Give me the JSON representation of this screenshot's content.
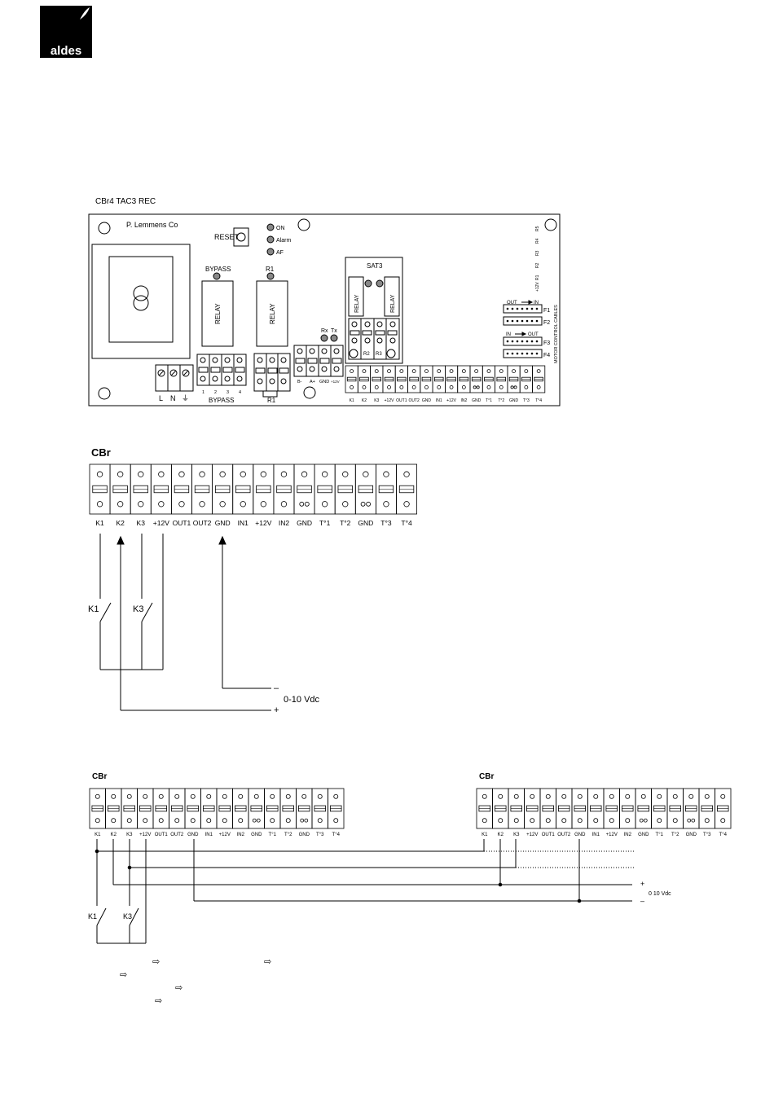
{
  "logo": {
    "text": "aldes",
    "bg": "#000000",
    "fg": "#ffffff"
  },
  "board": {
    "title": "CBr4 TAC3 REC",
    "maker": "P. Lemmens Co",
    "reset": "RESET",
    "leds": [
      "ON",
      "Alarm",
      "AF"
    ],
    "bypass_label": "BYPASS",
    "r1_label": "R1",
    "relay_label": "RELAY",
    "sat3_label": "SAT3",
    "rxtx": [
      "Rx",
      "Tx"
    ],
    "bus_terms": [
      "B-",
      "A+",
      "GND",
      "+12V"
    ],
    "bypass_nums": [
      "1",
      "2",
      "3",
      "4"
    ],
    "power_terms": [
      "L",
      "N",
      "⏚"
    ],
    "sat_relay_labels": [
      "R2",
      "R3"
    ],
    "right_side": [
      "R5",
      "R4",
      "R3",
      "R2",
      "R1",
      "+12V"
    ],
    "motor_cables": "MOTOR CONTROL CABLES",
    "connectors": {
      "out_in": [
        "OUT",
        "IN"
      ],
      "in_out": [
        "IN",
        "OUT"
      ],
      "f_labels": [
        "F1",
        "F2",
        "F3",
        "F4"
      ]
    }
  },
  "terminals": [
    "K1",
    "K2",
    "K3",
    "+12V",
    "OUT1",
    "OUT2",
    "GND",
    "IN1",
    "+12V",
    "IN2",
    "GND",
    "T°1",
    "T°2",
    "GND",
    "T°3",
    "T°4"
  ],
  "diagram1": {
    "title": "CBr",
    "switches": [
      "K1",
      "K3"
    ],
    "signal": "0-10 Vdc",
    "minus": "–",
    "plus": "+"
  },
  "diagram2": {
    "left_title": "CBr",
    "right_title": "CBr",
    "switches": [
      "K1",
      "K3"
    ],
    "signal": "0 10 Vdc",
    "minus": "–",
    "plus": "+"
  },
  "arrows": {
    "glyph": "⇨"
  }
}
